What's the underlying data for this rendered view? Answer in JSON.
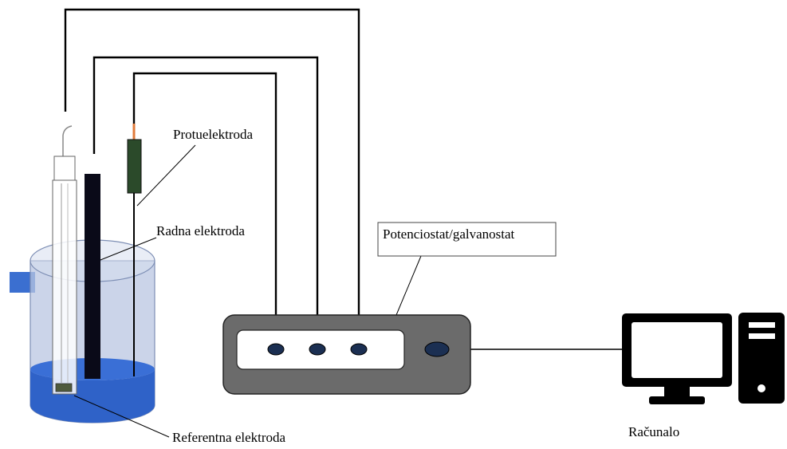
{
  "labels": {
    "counter_electrode": "Protuelektroda",
    "working_electrode": "Radna elektroda",
    "reference_electrode": "Referentna elektroda",
    "potentiostat": "Potenciostat/galvanostat",
    "computer": "Računalo"
  },
  "colors": {
    "electrolyte": "#2f62c8",
    "cell_glass": "#b9c6e2",
    "cell_rim": "#9fb2d8",
    "side_port": "#3b6fd0",
    "device_body": "#6b6b6b",
    "connector": "#1b2f52",
    "computer": "#000000",
    "counter_electrode_body": "#2b4a2a",
    "counter_electrode_tip": "#e07a3a",
    "working_electrode": "#0a0a18"
  }
}
